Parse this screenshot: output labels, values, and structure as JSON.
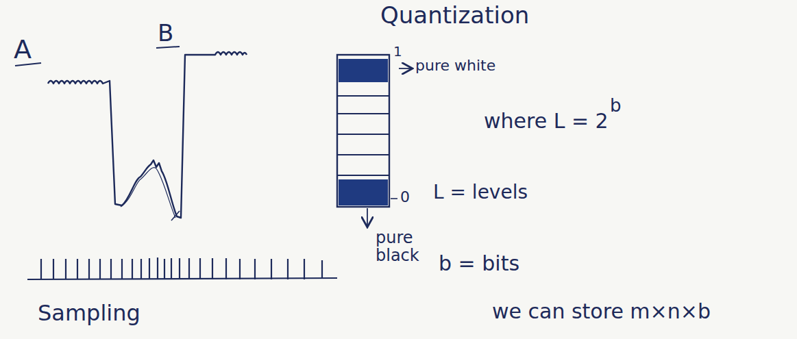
{
  "diagram": {
    "title": "Quantization",
    "labels": [
      "A",
      "B",
      "1",
      "pure white",
      "where L = 2",
      "b",
      "0",
      "L = levels",
      "pure black",
      "b = bits",
      "we can store m×n×b",
      "Sampling"
    ]
  }
}
